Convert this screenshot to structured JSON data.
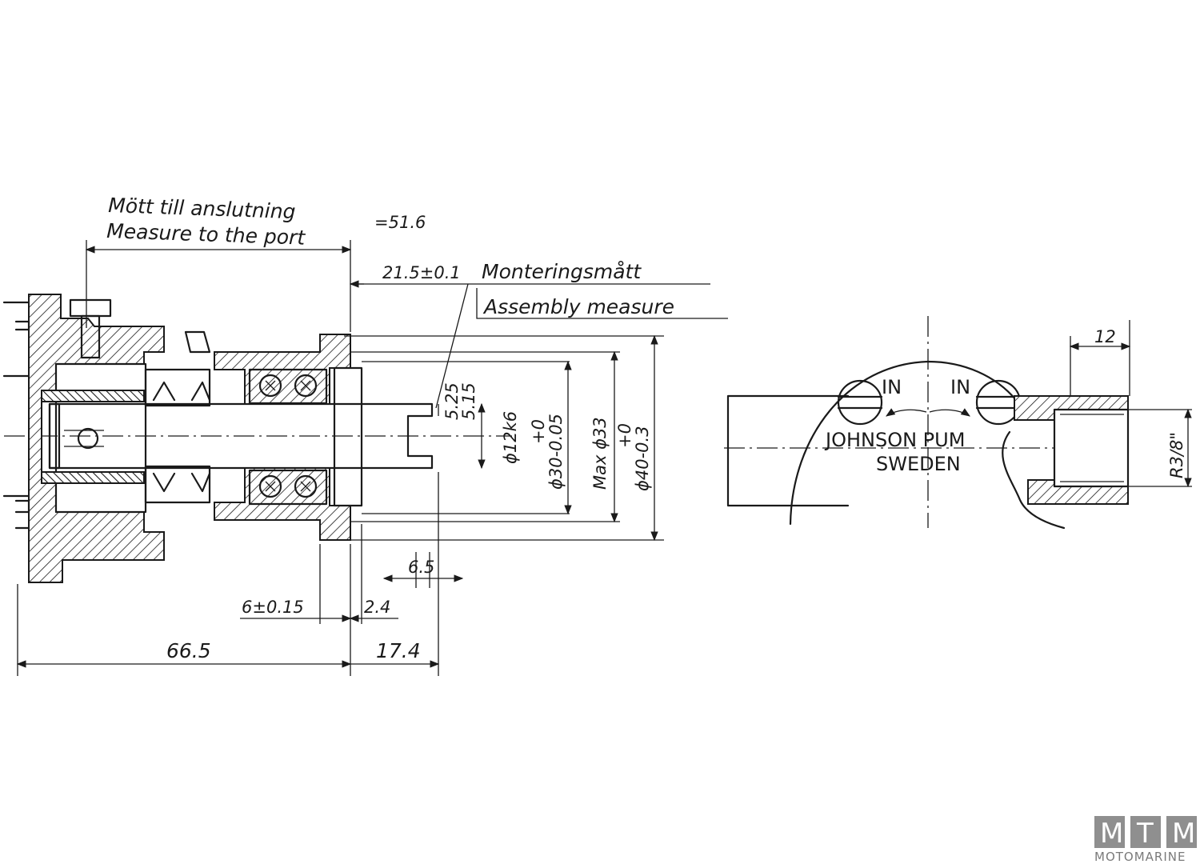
{
  "labels": {
    "swedish_port": "Mött till anslutning",
    "english_port": "Measure to the port",
    "port_value": "=51.6",
    "assembly_tol": "21.5±0.1",
    "swedish_assembly": "Monteringsmått",
    "english_assembly": "Assembly measure"
  },
  "dimensions": {
    "d1": "5.25",
    "d2": "5.15",
    "shaft": "ϕ12k6",
    "bore_tol": "+0",
    "bore": "ϕ30-0.05",
    "max": "Max ϕ33",
    "outer_tol": "+0",
    "outer": "ϕ40-0.3",
    "d65": "6.5",
    "d6": "6±0.15",
    "d24": "2.4",
    "d665": "66.5",
    "d174": "17.4",
    "d12": "12",
    "thread": "R3/8\""
  },
  "cover": {
    "in_left": "IN",
    "in_right": "IN",
    "brand_line1": "JOHNSON PUM",
    "brand_line2": "SWEDEN"
  },
  "logo": {
    "letters": [
      "M",
      "T",
      "M"
    ],
    "word": "MOTOMARINE",
    "color": "#8f8f8f"
  }
}
